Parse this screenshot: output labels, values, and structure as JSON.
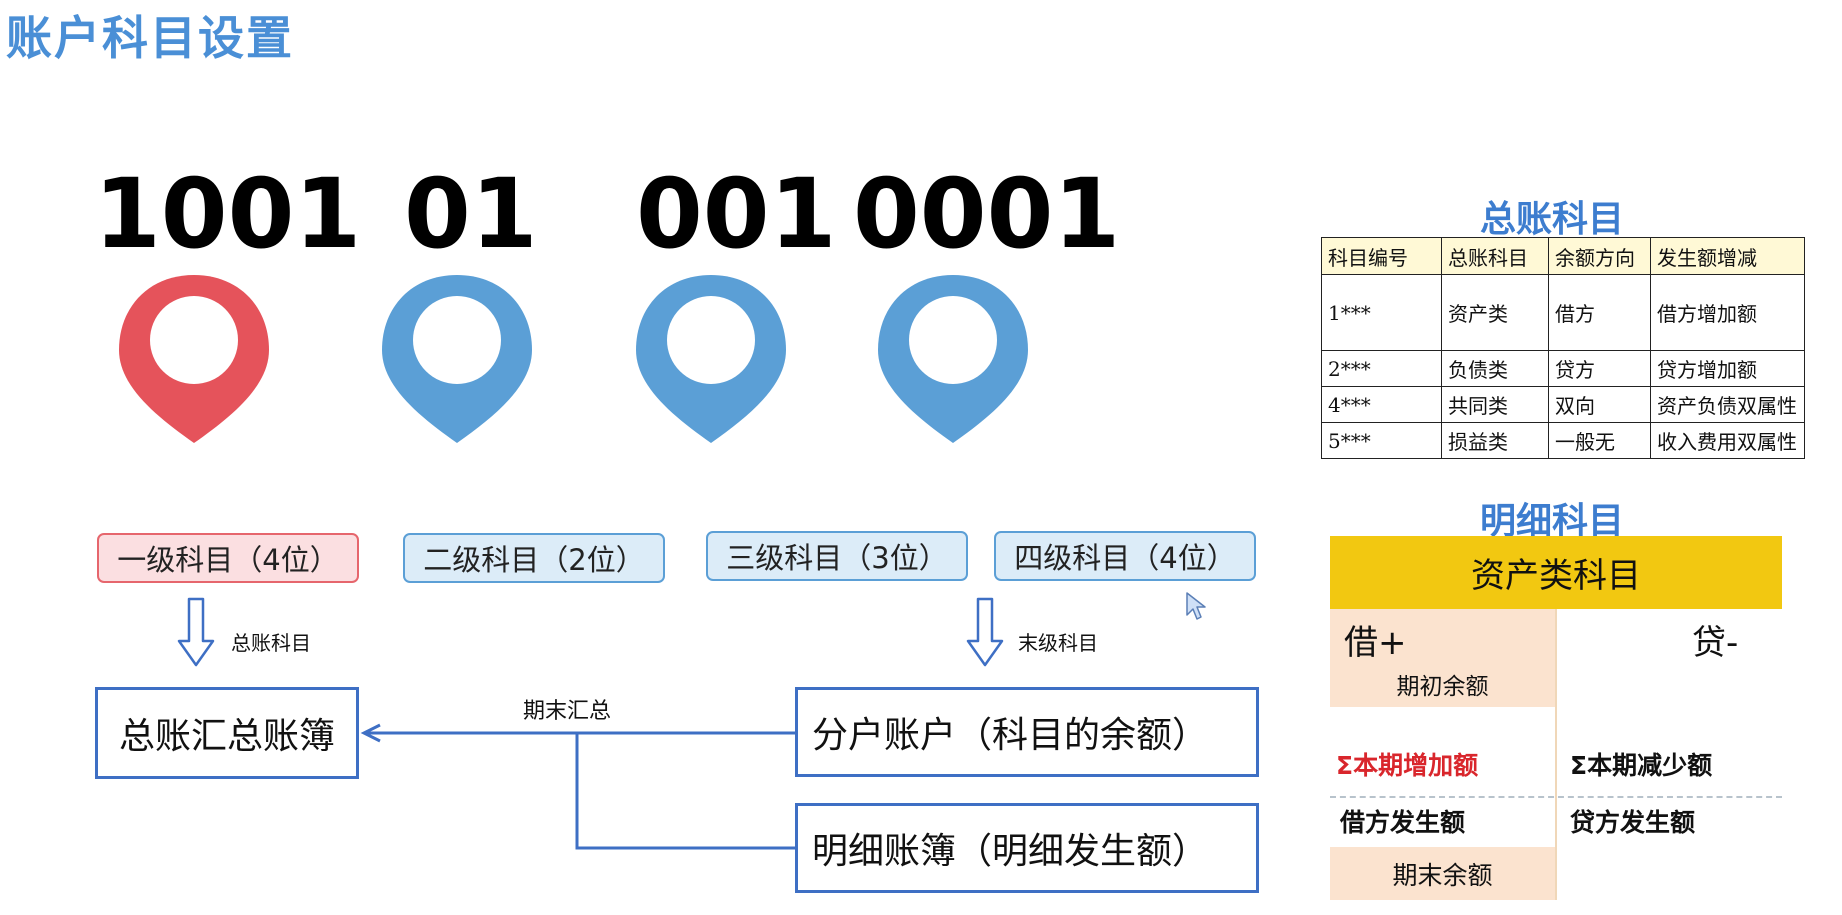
{
  "title": "账户科目设置",
  "codes": [
    {
      "code": "1001",
      "label": "一级科目（4位）",
      "color": "#e5535b"
    },
    {
      "code": "01",
      "label": "二级科目（2位）",
      "color": "#5b9fd6"
    },
    {
      "code": "001",
      "label": "三级科目（3位）",
      "color": "#5b9fd6"
    },
    {
      "code": "0001",
      "label": "四级科目（4位）",
      "color": "#5b9fd6"
    }
  ],
  "flow": {
    "arrow_left_note": "总账科目",
    "arrow_right_note": "末级科目",
    "general_ledger": "总账汇总账簿",
    "summary_label": "期末汇总",
    "sub_account": "分户账户（科目的余额）",
    "detail_ledger": "明细账簿（明细发生额）"
  },
  "general_accounts": {
    "heading": "总账科目",
    "columns": [
      "科目编号",
      "总账科目",
      "余额方向",
      "发生额增减"
    ],
    "rows": [
      [
        "1***",
        "资产类",
        "借方",
        "借方增加额"
      ],
      [
        "2***",
        "负债类",
        "贷方",
        "贷方增加额"
      ],
      [
        "4***",
        "共同类",
        "双向",
        "资产负债双属性"
      ],
      [
        "5***",
        "损益类",
        "一般无",
        "收入费用双属性"
      ]
    ]
  },
  "detail_accounts": {
    "heading": "明细科目",
    "t_title": "资产类科目",
    "debit": "借+",
    "credit": "贷-",
    "opening": "期初余额",
    "debit_increase": "Σ本期增加额",
    "credit_decrease": "Σ本期减少额",
    "debit_occurrence": "借方发生额",
    "credit_occurrence": "贷方发生额",
    "closing": "期末余额"
  },
  "colors": {
    "title": "#4a8fd6",
    "red_pin": "#e5535b",
    "blue_pin": "#5b9fd6",
    "ledger_border": "#3e6fc4",
    "t_header": "#f2c811",
    "t_peach": "#fbe3cf",
    "highlight_text": "#d9262c"
  }
}
